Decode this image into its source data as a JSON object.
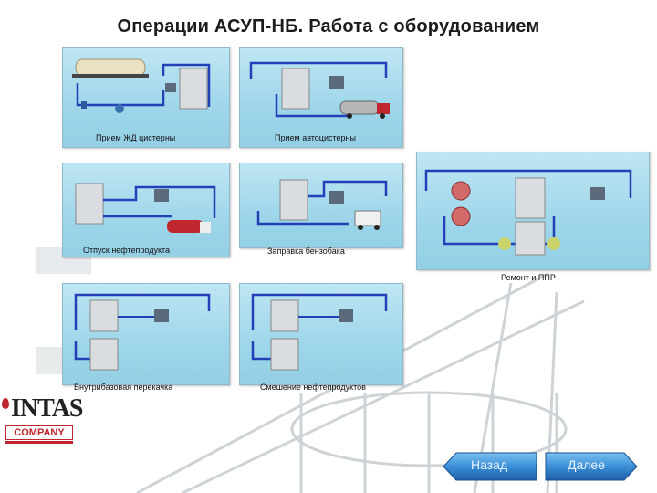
{
  "title": "Операции АСУП-НБ. Работа с оборудованием",
  "cards": [
    {
      "label": "Прием ЖД цистерны"
    },
    {
      "label": "Прием автоцистерны"
    },
    {
      "label": "Отпуск нефтепродукта"
    },
    {
      "label": "Заправка бензобака"
    },
    {
      "label": "Ремонт и ППР"
    },
    {
      "label": "Внутрибазовая перекачка"
    },
    {
      "label": "Смешение нефтепродуктов"
    }
  ],
  "logo": {
    "name": "INTAS",
    "company": "COMPANY"
  },
  "nav": {
    "back": "Назад",
    "next": "Далее"
  },
  "colors": {
    "card_bg": "#a8dcee",
    "pipe": "#2440b8",
    "button": "#3a8fd6"
  }
}
